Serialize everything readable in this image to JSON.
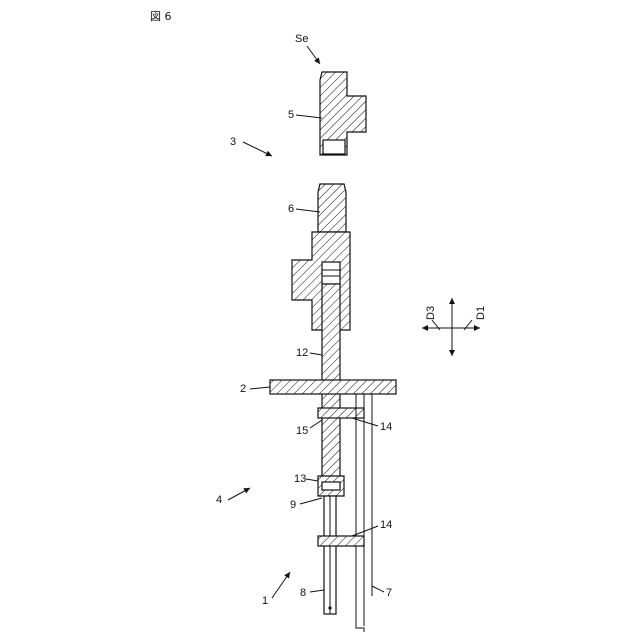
{
  "figure": {
    "title": "図 6"
  },
  "labels": {
    "se": "Se",
    "l5": "5",
    "l3": "3",
    "l6": "6",
    "d3": "D3",
    "d1": "D1",
    "l12": "12",
    "l2": "2",
    "l15": "15",
    "l14a": "14",
    "l13": "13",
    "l4": "4",
    "l9": "9",
    "l14b": "14",
    "l1": "1",
    "l8": "8",
    "l7": "7"
  }
}
